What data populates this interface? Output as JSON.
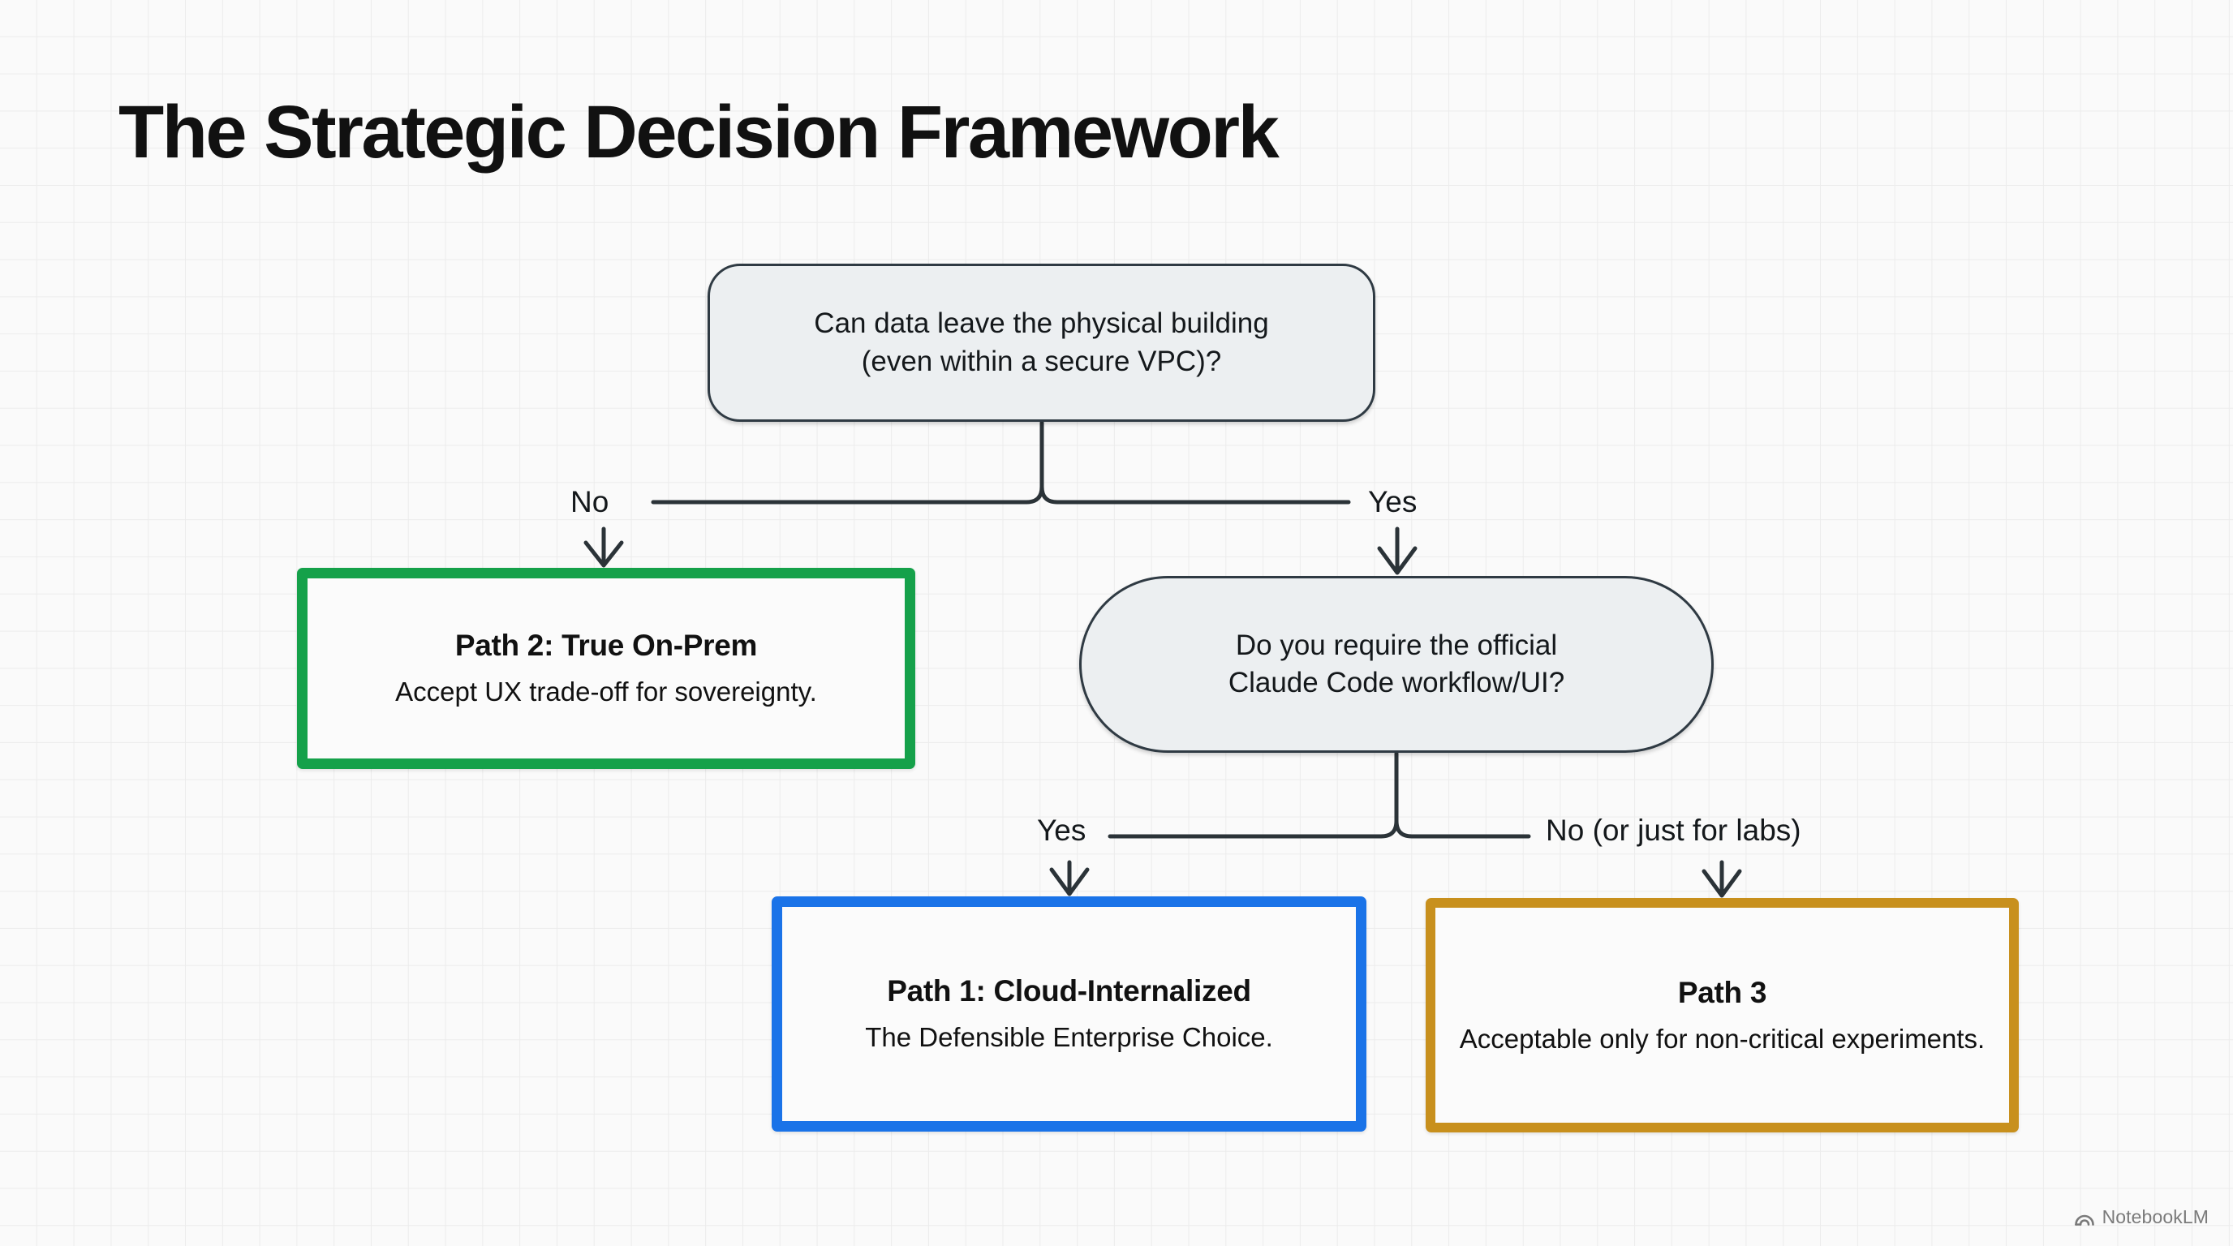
{
  "slide": {
    "title": "The Strategic Decision Framework",
    "background_color": "#fafafa",
    "grid_color": "#ececec"
  },
  "nodes": {
    "root": {
      "line1": "Can data leave the physical building",
      "line2": "(even within a secure VPC)?",
      "fill": "#eceff1",
      "border": "#2f3a43"
    },
    "workflow": {
      "line1": "Do you require the official",
      "line2": "Claude Code workflow/UI?",
      "fill": "#eceff1",
      "border": "#2f3a43"
    }
  },
  "outcomes": {
    "path2": {
      "title": "Path 2: True On-Prem",
      "subtitle": "Accept UX trade-off for sovereignty.",
      "accent": "#15a14a"
    },
    "path1": {
      "title": "Path 1: Cloud-Internalized",
      "subtitle": "The Defensible Enterprise Choice.",
      "accent": "#1a73e8"
    },
    "path3": {
      "title": "Path 3",
      "subtitle": "Acceptable only for non-critical experiments.",
      "accent": "#c8901d"
    }
  },
  "edges": {
    "root_no": "No",
    "root_yes": "Yes",
    "workflow_yes": "Yes",
    "workflow_no": "No (or just for labs)",
    "line_color": "#2b3338"
  },
  "watermark": {
    "label": "NotebookLM",
    "icon": "notebooklm-arc-icon",
    "color": "#7a7a7a"
  }
}
